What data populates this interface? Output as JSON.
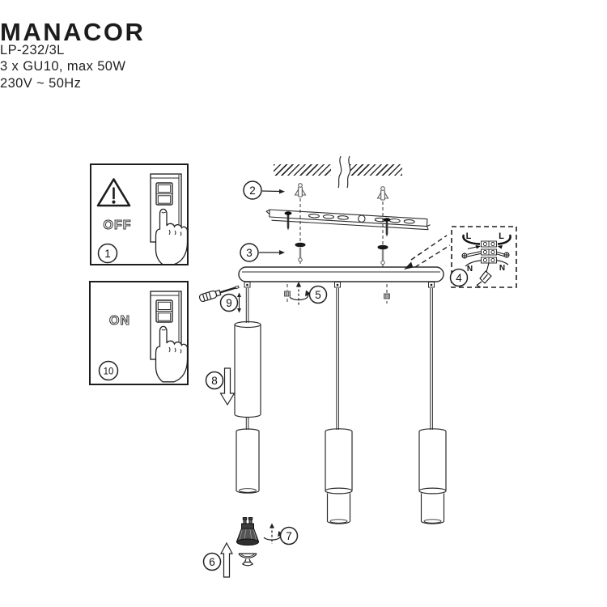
{
  "header": {
    "title": "MANACOR",
    "model": "LP-232/3L",
    "bulb_spec": "3 x GU10, max 50W",
    "power_spec": "230V ~ 50Hz"
  },
  "switch_off": {
    "label": "OFF"
  },
  "switch_on": {
    "label": "ON"
  },
  "steps": {
    "s1": "1",
    "s2": "2",
    "s3": "3",
    "s4": "4",
    "s5": "5",
    "s6": "6",
    "s7": "7",
    "s8": "8",
    "s9": "9",
    "s10": "10"
  },
  "wiring": {
    "l_left": "L",
    "l_right": "L",
    "n_left": "N",
    "n_right": "N"
  },
  "colors": {
    "ink": "#222222",
    "background": "#ffffff",
    "bulb_body": "#555555"
  }
}
